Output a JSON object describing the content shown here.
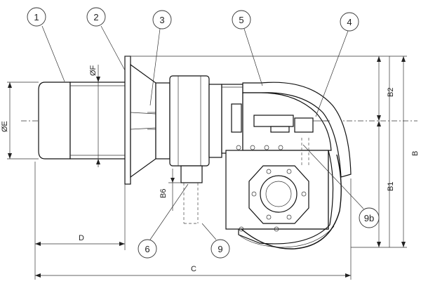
{
  "diagram": {
    "callouts": [
      {
        "id": "1",
        "label": "1"
      },
      {
        "id": "2",
        "label": "2"
      },
      {
        "id": "3",
        "label": "3"
      },
      {
        "id": "4",
        "label": "4"
      },
      {
        "id": "5",
        "label": "5"
      },
      {
        "id": "6",
        "label": "6"
      },
      {
        "id": "9",
        "label": "9"
      },
      {
        "id": "9b",
        "label": "9b"
      }
    ],
    "dimensions": {
      "E": "ØE",
      "F": "ØF",
      "B": "B",
      "B1": "B1",
      "B2": "B2",
      "B6": "B6",
      "C": "C",
      "D": "D"
    }
  }
}
